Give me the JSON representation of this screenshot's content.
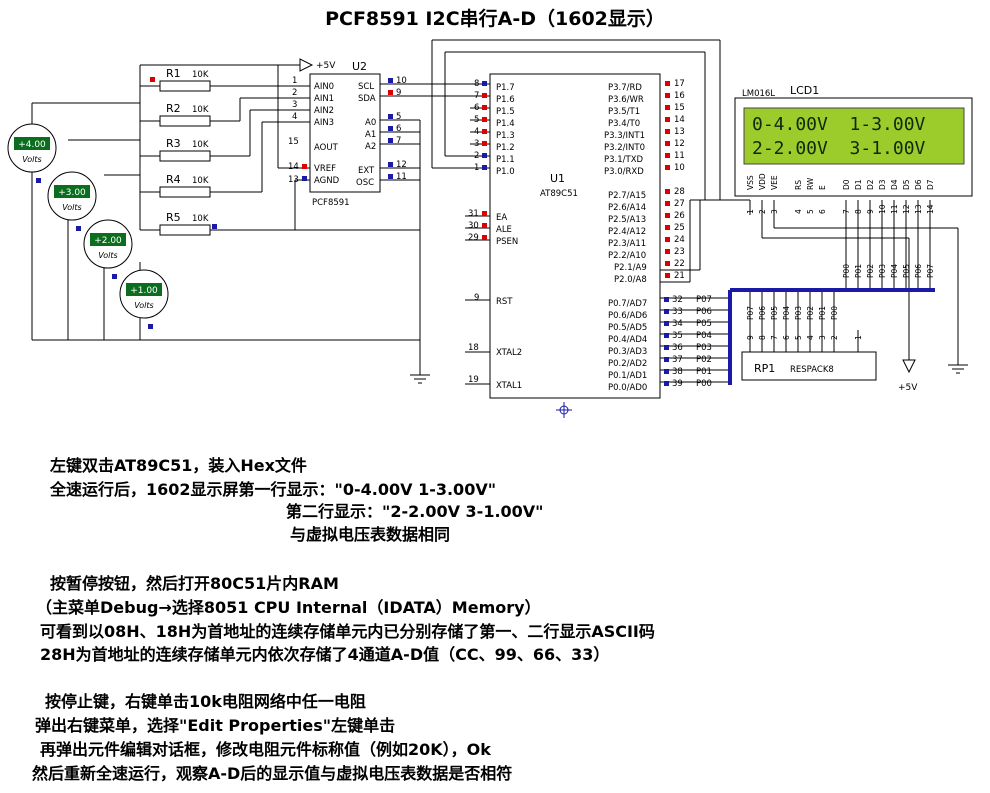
{
  "title": "PCF8591  I2C串行A-D（1602显示）",
  "resistors": [
    {
      "ref": "R1",
      "value": "10K"
    },
    {
      "ref": "R2",
      "value": "10K"
    },
    {
      "ref": "R3",
      "value": "10K"
    },
    {
      "ref": "R4",
      "value": "10K"
    },
    {
      "ref": "R5",
      "value": "10K"
    }
  ],
  "voltmeters": [
    {
      "reading": "+4.00",
      "unit": "Volts"
    },
    {
      "reading": "+3.00",
      "unit": "Volts"
    },
    {
      "reading": "+2.00",
      "unit": "Volts"
    },
    {
      "reading": "+1.00",
      "unit": "Volts"
    }
  ],
  "u2": {
    "ref": "U2",
    "part": "PCF8591",
    "supply": "+5V",
    "left_pins": [
      {
        "num": "1",
        "name": "AIN0"
      },
      {
        "num": "2",
        "name": "AIN1"
      },
      {
        "num": "3",
        "name": "AIN2"
      },
      {
        "num": "4",
        "name": "AIN3"
      },
      {
        "num": "15",
        "name": "AOUT"
      },
      {
        "num": "14",
        "name": "VREF"
      },
      {
        "num": "13",
        "name": "AGND"
      }
    ],
    "right_pins": [
      {
        "num": "10",
        "name": "SCL"
      },
      {
        "num": "9",
        "name": "SDA"
      },
      {
        "num": "5",
        "name": "A0"
      },
      {
        "num": "6",
        "name": "A1"
      },
      {
        "num": "7",
        "name": "A2"
      },
      {
        "num": "12",
        "name": "EXT"
      },
      {
        "num": "11",
        "name": "OSC"
      }
    ]
  },
  "u1": {
    "ref": "U1",
    "part": "AT89C51",
    "left_pins": [
      {
        "num": "8",
        "name": "P1.7"
      },
      {
        "num": "7",
        "name": "P1.6"
      },
      {
        "num": "6",
        "name": "P1.5"
      },
      {
        "num": "5",
        "name": "P1.4"
      },
      {
        "num": "4",
        "name": "P1.3"
      },
      {
        "num": "3",
        "name": "P1.2"
      },
      {
        "num": "2",
        "name": "P1.1"
      },
      {
        "num": "1",
        "name": "P1.0"
      }
    ],
    "ctrl_pins": [
      {
        "num": "31",
        "name": "EA"
      },
      {
        "num": "30",
        "name": "ALE"
      },
      {
        "num": "29",
        "name": "PSEN"
      },
      {
        "num": "9",
        "name": "RST"
      },
      {
        "num": "18",
        "name": "XTAL2"
      },
      {
        "num": "19",
        "name": "XTAL1"
      }
    ],
    "p3_pins": [
      {
        "num": "17",
        "name": "P3.7/RD"
      },
      {
        "num": "16",
        "name": "P3.6/WR"
      },
      {
        "num": "15",
        "name": "P3.5/T1"
      },
      {
        "num": "14",
        "name": "P3.4/T0"
      },
      {
        "num": "13",
        "name": "P3.3/INT1"
      },
      {
        "num": "12",
        "name": "P3.2/INT0"
      },
      {
        "num": "11",
        "name": "P3.1/TXD"
      },
      {
        "num": "10",
        "name": "P3.0/RXD"
      }
    ],
    "p2_pins": [
      {
        "num": "28",
        "name": "P2.7/A15"
      },
      {
        "num": "27",
        "name": "P2.6/A14"
      },
      {
        "num": "26",
        "name": "P2.5/A13"
      },
      {
        "num": "25",
        "name": "P2.4/A12"
      },
      {
        "num": "24",
        "name": "P2.3/A11"
      },
      {
        "num": "23",
        "name": "P2.2/A10"
      },
      {
        "num": "22",
        "name": "P2.1/A9"
      },
      {
        "num": "21",
        "name": "P2.0/A8"
      }
    ],
    "p0_pins": [
      {
        "num": "32",
        "name": "P0.7/AD7",
        "net": "P07"
      },
      {
        "num": "33",
        "name": "P0.6/AD6",
        "net": "P06"
      },
      {
        "num": "34",
        "name": "P0.5/AD5",
        "net": "P05"
      },
      {
        "num": "35",
        "name": "P0.4/AD4",
        "net": "P04"
      },
      {
        "num": "36",
        "name": "P0.3/AD3",
        "net": "P03"
      },
      {
        "num": "37",
        "name": "P0.2/AD2",
        "net": "P02"
      },
      {
        "num": "38",
        "name": "P0.1/AD1",
        "net": "P01"
      },
      {
        "num": "39",
        "name": "P0.0/AD0",
        "net": "P00"
      }
    ]
  },
  "lcd": {
    "ref": "LCD1",
    "model": "LM016L",
    "line1": "0-4.00V  1-3.00V",
    "line2": "2-2.00V  3-1.00V",
    "pin_names": [
      "VSS",
      "VDD",
      "VEE",
      "RS",
      "RW",
      "E",
      "D0",
      "D1",
      "D2",
      "D3",
      "D4",
      "D5",
      "D6",
      "D7"
    ],
    "pin_nums": [
      "1",
      "2",
      "3",
      "4",
      "5",
      "6",
      "7",
      "8",
      "9",
      "10",
      "11",
      "12",
      "13",
      "14"
    ],
    "bus_nets": [
      "P00",
      "P01",
      "P02",
      "P03",
      "P04",
      "P05",
      "P06",
      "P07"
    ]
  },
  "rp1": {
    "ref": "RP1",
    "part": "RESPACK8",
    "nets": [
      "P07",
      "P06",
      "P05",
      "P04",
      "P03",
      "P02",
      "P01",
      "P00"
    ],
    "pin_nums": [
      "9",
      "8",
      "7",
      "6",
      "5",
      "4",
      "3",
      "2",
      "1"
    ]
  },
  "power_label": "+5V",
  "instructions": {
    "line1": "左键双击AT89C51，装入Hex文件",
    "line2": "全速运行后，1602显示屏第一行显示：\"0-4.00V  1-3.00V\"",
    "line3": "第二行显示：\"2-2.00V  3-1.00V\"",
    "line4": "与虚拟电压表数据相同",
    "line5": "按暂停按钮，然后打开80C51片内RAM",
    "line6": "（主菜单Debug→选择8051 CPU Internal（IDATA）Memory）",
    "line7": "可看到以08H、18H为首地址的连续存储单元内已分别存储了第一、二行显示ASCII码",
    "line8": "28H为首地址的连续存储单元内依次存储了4通道A-D值（CC、99、66、33）",
    "line9": "按停止键，右键单击10k电阻网络中任一电阻",
    "line10": "弹出右键菜单，选择\"Edit Properties\"左键单击",
    "line11": "再弹出元件编辑对话框，修改电阻元件标称值（例如20K），Ok",
    "line12": "然后重新全速运行，观察A-D后的显示值与虚拟电压表数据是否相符"
  }
}
